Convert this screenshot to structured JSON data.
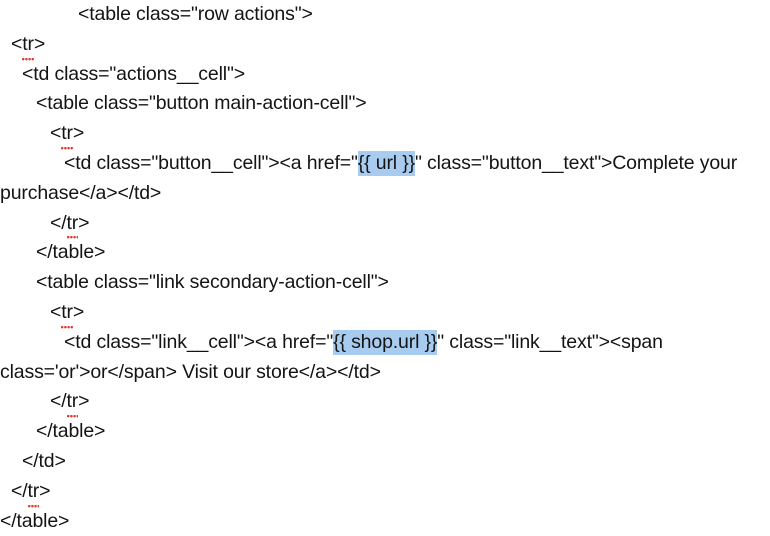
{
  "document": {
    "kind": "code-snippet",
    "language": "html-liquid-template",
    "background_color": "#ffffff",
    "text_color": "#141414",
    "selection_highlight_color": "#a8cbf0",
    "spellcheck_underline_color": "#e03a2f"
  },
  "code": {
    "lines": [
      {
        "id": "line-1",
        "indent": 6,
        "segments": [
          {
            "type": "text",
            "text": "<table class=\"row actions\">"
          }
        ]
      },
      {
        "id": "line-2",
        "indent": 1,
        "segments": [
          {
            "type": "text",
            "text": "<"
          },
          {
            "type": "spell",
            "text": "tr"
          },
          {
            "type": "text",
            "text": ">"
          }
        ]
      },
      {
        "id": "line-3",
        "indent": 2,
        "segments": [
          {
            "type": "text",
            "text": "<td class=\"actions__cell\">"
          }
        ]
      },
      {
        "id": "line-4",
        "indent": 3,
        "segments": [
          {
            "type": "text",
            "text": "<table class=\"button main-action-cell\">"
          }
        ]
      },
      {
        "id": "line-5",
        "indent": 4,
        "segments": [
          {
            "type": "text",
            "text": "<"
          },
          {
            "type": "spell",
            "text": "tr"
          },
          {
            "type": "text",
            "text": ">"
          }
        ]
      },
      {
        "id": "line-6",
        "indent": 5,
        "segments": [
          {
            "type": "text",
            "text": "<td class=\"button__cell\"><a href=\""
          },
          {
            "type": "selection",
            "text": "{{ url }}"
          },
          {
            "type": "text",
            "text": "\" class=\"button__text\">Complete your"
          }
        ]
      },
      {
        "id": "line-7-wrap",
        "indent": 0,
        "wrapped": true,
        "segments": [
          {
            "type": "text",
            "text": "purchase</a></td>"
          }
        ]
      },
      {
        "id": "line-8",
        "indent": 4,
        "segments": [
          {
            "type": "text",
            "text": "</"
          },
          {
            "type": "spell",
            "text": "tr"
          },
          {
            "type": "text",
            "text": ">"
          }
        ]
      },
      {
        "id": "line-9",
        "indent": 3,
        "segments": [
          {
            "type": "text",
            "text": "</table>"
          }
        ]
      },
      {
        "id": "line-10",
        "indent": 3,
        "segments": [
          {
            "type": "text",
            "text": "<table class=\"link secondary-action-cell\">"
          }
        ]
      },
      {
        "id": "line-11",
        "indent": 4,
        "segments": [
          {
            "type": "text",
            "text": "<"
          },
          {
            "type": "spell",
            "text": "tr"
          },
          {
            "type": "text",
            "text": ">"
          }
        ]
      },
      {
        "id": "line-12",
        "indent": 5,
        "segments": [
          {
            "type": "text",
            "text": "<td class=\"link__cell\"><a href=\""
          },
          {
            "type": "selection",
            "text": "{{ shop.url }}"
          },
          {
            "type": "text",
            "text": "\" class=\"link__text\"><span"
          }
        ]
      },
      {
        "id": "line-13-wrap",
        "indent": 0,
        "wrapped": true,
        "segments": [
          {
            "type": "text",
            "text": "class='or'>or</span> Visit our store</a></td>"
          }
        ]
      },
      {
        "id": "line-14",
        "indent": 4,
        "segments": [
          {
            "type": "text",
            "text": "</"
          },
          {
            "type": "spell",
            "text": "tr"
          },
          {
            "type": "text",
            "text": ">"
          }
        ]
      },
      {
        "id": "line-15",
        "indent": 3,
        "segments": [
          {
            "type": "text",
            "text": "</table>"
          }
        ]
      },
      {
        "id": "line-16",
        "indent": 2,
        "segments": [
          {
            "type": "text",
            "text": "</td>"
          }
        ]
      },
      {
        "id": "line-17",
        "indent": 1,
        "segments": [
          {
            "type": "text",
            "text": "</"
          },
          {
            "type": "spell",
            "text": "tr"
          },
          {
            "type": "text",
            "text": ">"
          }
        ]
      },
      {
        "id": "line-18",
        "indent": 0,
        "segments": [
          {
            "type": "text",
            "text": "</table>"
          }
        ]
      }
    ]
  },
  "selections": [
    {
      "id": "selection-url",
      "text": "{{ url }}",
      "on_line": "line-6"
    },
    {
      "id": "selection-shop-url",
      "text": "{{ shop.url }}",
      "on_line": "line-12"
    }
  ],
  "spellcheck_flags": [
    {
      "token": "tr",
      "occurrences": 6
    }
  ]
}
